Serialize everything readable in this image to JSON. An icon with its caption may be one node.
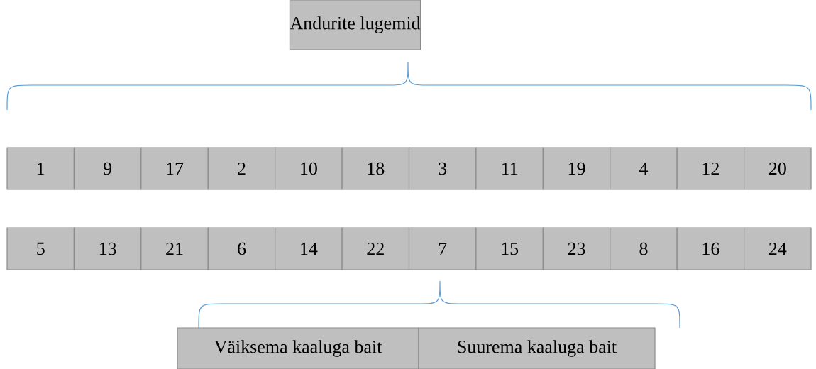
{
  "diagram": {
    "nodes": [
      {
        "text": [
          "Andurite lugemid"
        ]
      },
      {
        "text": [
          "1"
        ]
      },
      {
        "text": [
          "9"
        ]
      },
      {
        "text": [
          "17"
        ]
      },
      {
        "text": [
          "2"
        ]
      },
      {
        "text": [
          "10"
        ]
      },
      {
        "text": [
          "18"
        ]
      },
      {
        "text": [
          "3"
        ]
      },
      {
        "text": [
          "11"
        ]
      },
      {
        "text": [
          "19"
        ]
      },
      {
        "text": [
          "4"
        ]
      },
      {
        "text": [
          "12"
        ]
      },
      {
        "text": [
          "20"
        ]
      },
      {
        "text": [
          "5"
        ]
      },
      {
        "text": [
          "13"
        ]
      },
      {
        "text": [
          "21"
        ]
      },
      {
        "text": [
          "6"
        ]
      },
      {
        "text": [
          "14"
        ]
      },
      {
        "text": [
          "22"
        ]
      },
      {
        "text": [
          "7"
        ]
      },
      {
        "text": [
          "15"
        ]
      },
      {
        "text": [
          "23"
        ]
      },
      {
        "text": [
          "8"
        ]
      },
      {
        "text": [
          "16"
        ]
      },
      {
        "text": [
          "24"
        ]
      },
      {
        "text": [
          "Väiksema kaaluga bait"
        ]
      },
      {
        "text": [
          "Suurema kaaluga bait"
        ]
      }
    ]
  }
}
